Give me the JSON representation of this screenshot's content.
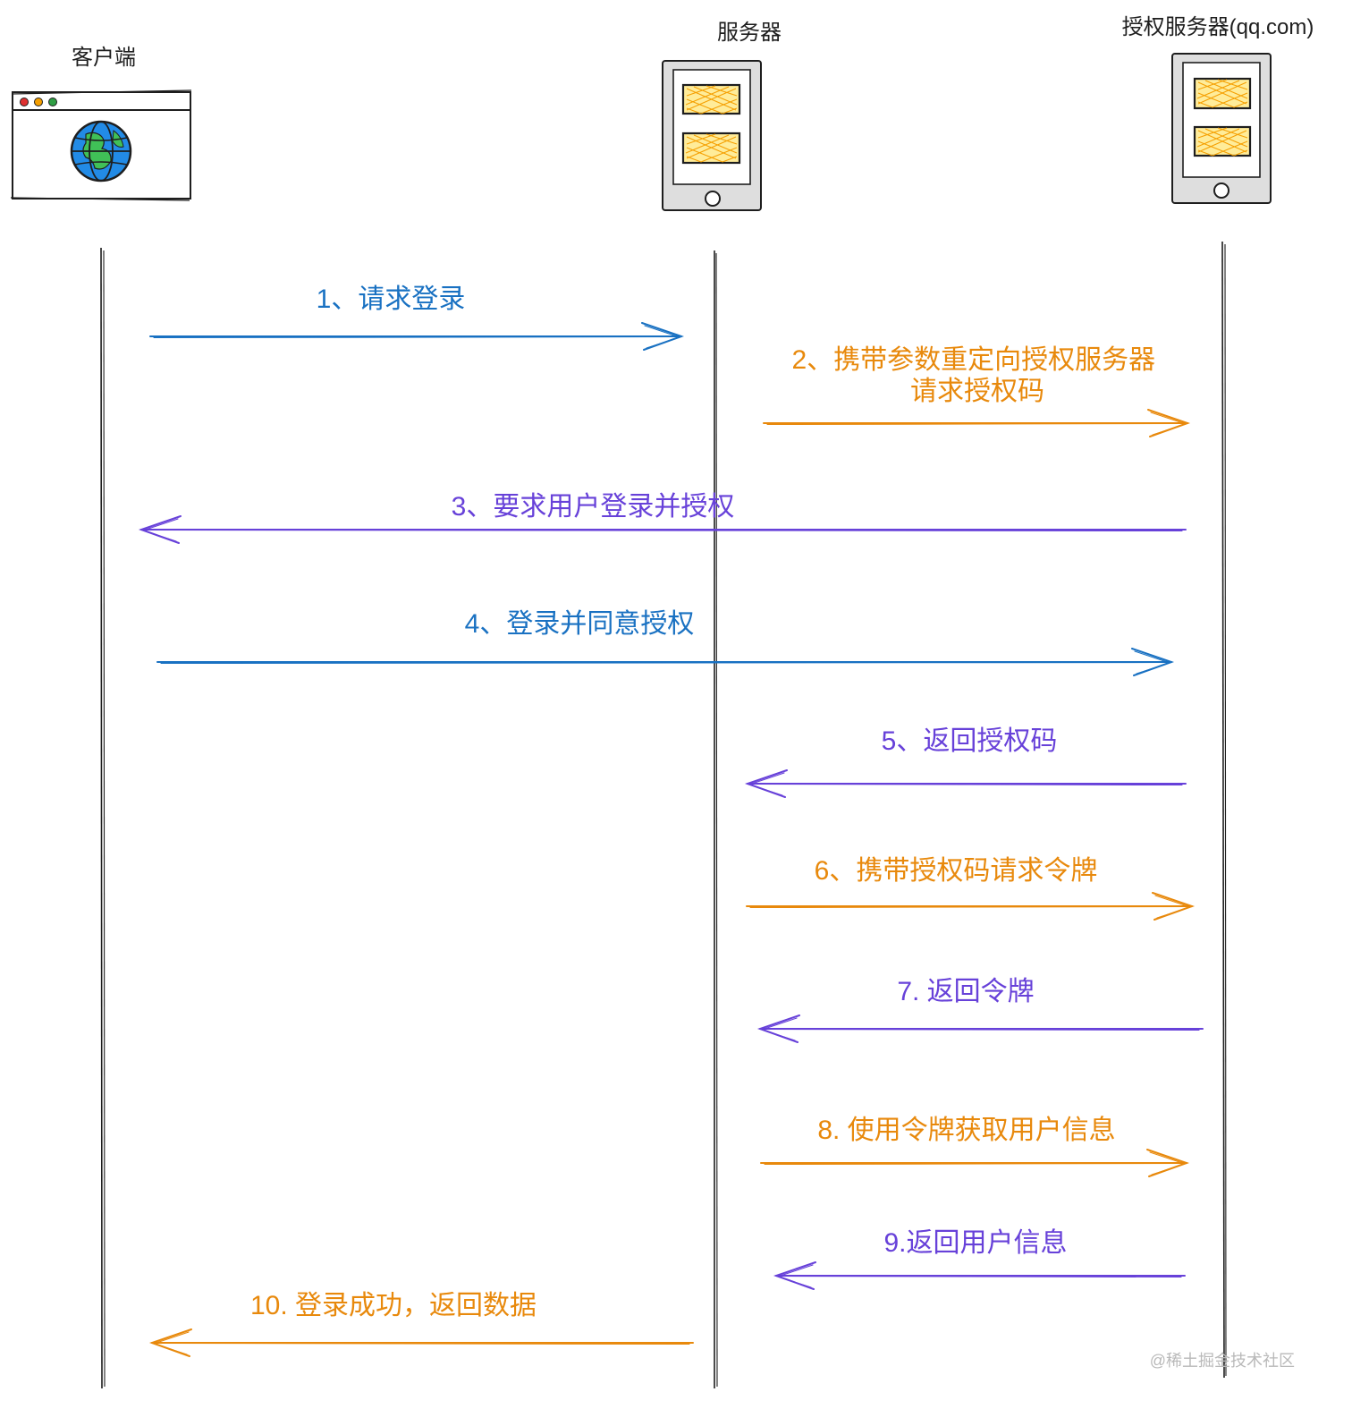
{
  "colors": {
    "blue": "#1971c2",
    "orange": "#e8890c",
    "purple": "#6741d9",
    "ink": "#1e1e1e",
    "screen_fill": "#ffec99",
    "device_fill": "#dedede"
  },
  "actors": [
    {
      "id": "client",
      "label": "客户端",
      "icon": "browser-globe-icon"
    },
    {
      "id": "server",
      "label": "服务器",
      "icon": "tablet-server-icon"
    },
    {
      "id": "auth",
      "label": "授权服务器(qq.com)",
      "icon": "tablet-server-icon"
    }
  ],
  "messages": [
    {
      "from": "client",
      "to": "server",
      "color": "blue",
      "lines": [
        "1、请求登录"
      ]
    },
    {
      "from": "server",
      "to": "auth",
      "color": "orange",
      "lines": [
        "2、携带参数重定向授权服务器",
        "请求授权码"
      ]
    },
    {
      "from": "auth",
      "to": "client",
      "color": "purple",
      "lines": [
        "3、要求用户登录并授权"
      ]
    },
    {
      "from": "client",
      "to": "auth",
      "color": "blue",
      "lines": [
        "4、登录并同意授权"
      ]
    },
    {
      "from": "auth",
      "to": "server",
      "color": "purple",
      "lines": [
        "5、返回授权码"
      ]
    },
    {
      "from": "server",
      "to": "auth",
      "color": "orange",
      "lines": [
        "6、携带授权码请求令牌"
      ]
    },
    {
      "from": "auth",
      "to": "server",
      "color": "purple",
      "lines": [
        "7. 返回令牌"
      ]
    },
    {
      "from": "server",
      "to": "auth",
      "color": "orange",
      "lines": [
        "8. 使用令牌获取用户信息"
      ]
    },
    {
      "from": "auth",
      "to": "server",
      "color": "purple",
      "lines": [
        "9.返回用户信息"
      ]
    },
    {
      "from": "server",
      "to": "client",
      "color": "orange",
      "lines": [
        "10. 登录成功，返回数据"
      ]
    }
  ],
  "watermark": "@稀土掘金技术社区"
}
